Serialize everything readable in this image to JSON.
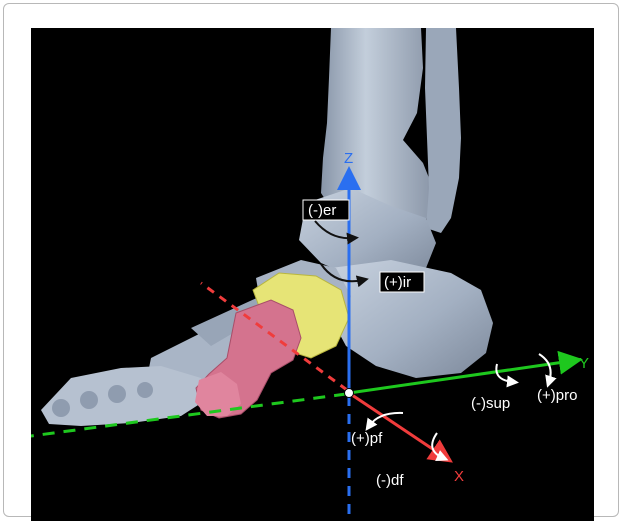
{
  "labels": {
    "er": "(-)er",
    "ir": "(+)ir",
    "sup": "(-)sup",
    "pro": "(+)pro",
    "pf": "(+)pf",
    "df": "(-)df"
  },
  "axes": {
    "x": "X",
    "y": "Y",
    "z": "Z"
  },
  "colors": {
    "background": "#000000",
    "bone": "#aab6c7",
    "cuneiform": "#e6e476",
    "metatarsal": "#d4738e",
    "x_axis": "#f03c3c",
    "y_axis": "#1ec81e",
    "z_axis": "#2a6ff0"
  },
  "icons": [
    "rotation-arrow-icon"
  ]
}
